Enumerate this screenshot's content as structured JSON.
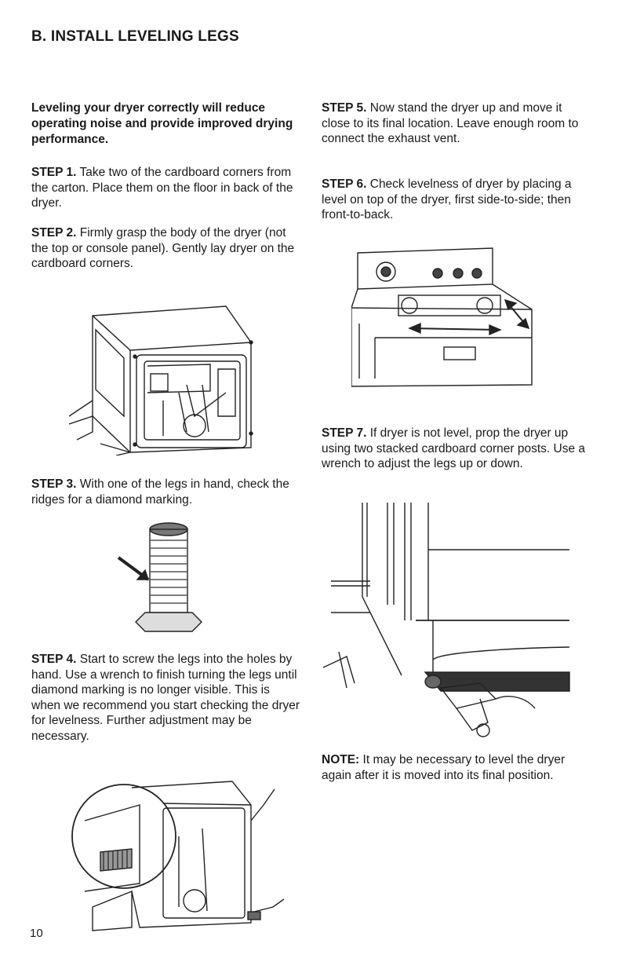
{
  "page": {
    "title": "B. INSTALL LEVELING LEGS",
    "number": "10"
  },
  "intro": "Leveling your dryer correctly will reduce operating noise and provide improved drying performance.",
  "steps": [
    {
      "label": "STEP 1.",
      "text": " Take two of the cardboard corners from the carton. Place them on the floor in back of the dryer."
    },
    {
      "label": "STEP 2.",
      "text": " Firmly grasp the body of the dryer (not the top or console panel). Gently lay dryer on the cardboard corners."
    },
    {
      "label": "STEP 3.",
      "text": " With one of the legs in hand, check the ridges for a diamond marking."
    },
    {
      "label": "STEP 4.",
      "text": " Start to screw the legs into the holes by hand. Use a wrench to finish turning the legs until diamond marking is no longer visible. This is when we recommend you start checking the dryer for levelness. Further adjustment may be necessary."
    },
    {
      "label": "STEP 5.",
      "text": " Now stand the dryer up and move it close to its final location. Leave enough room to connect the exhaust vent."
    },
    {
      "label": "STEP 6.",
      "text": " Check levelness of dryer by placing a level on top of the dryer, first side-to-side; then front-to-back."
    },
    {
      "label": "STEP 7.",
      "text": " If dryer is not level, prop the dryer up using two stacked cardboard corner posts. Use a wrench to adjust the legs up or down."
    }
  ],
  "note": {
    "label": "NOTE:",
    "text": " It may be necessary to level the dryer again after it is moved into its final position."
  }
}
